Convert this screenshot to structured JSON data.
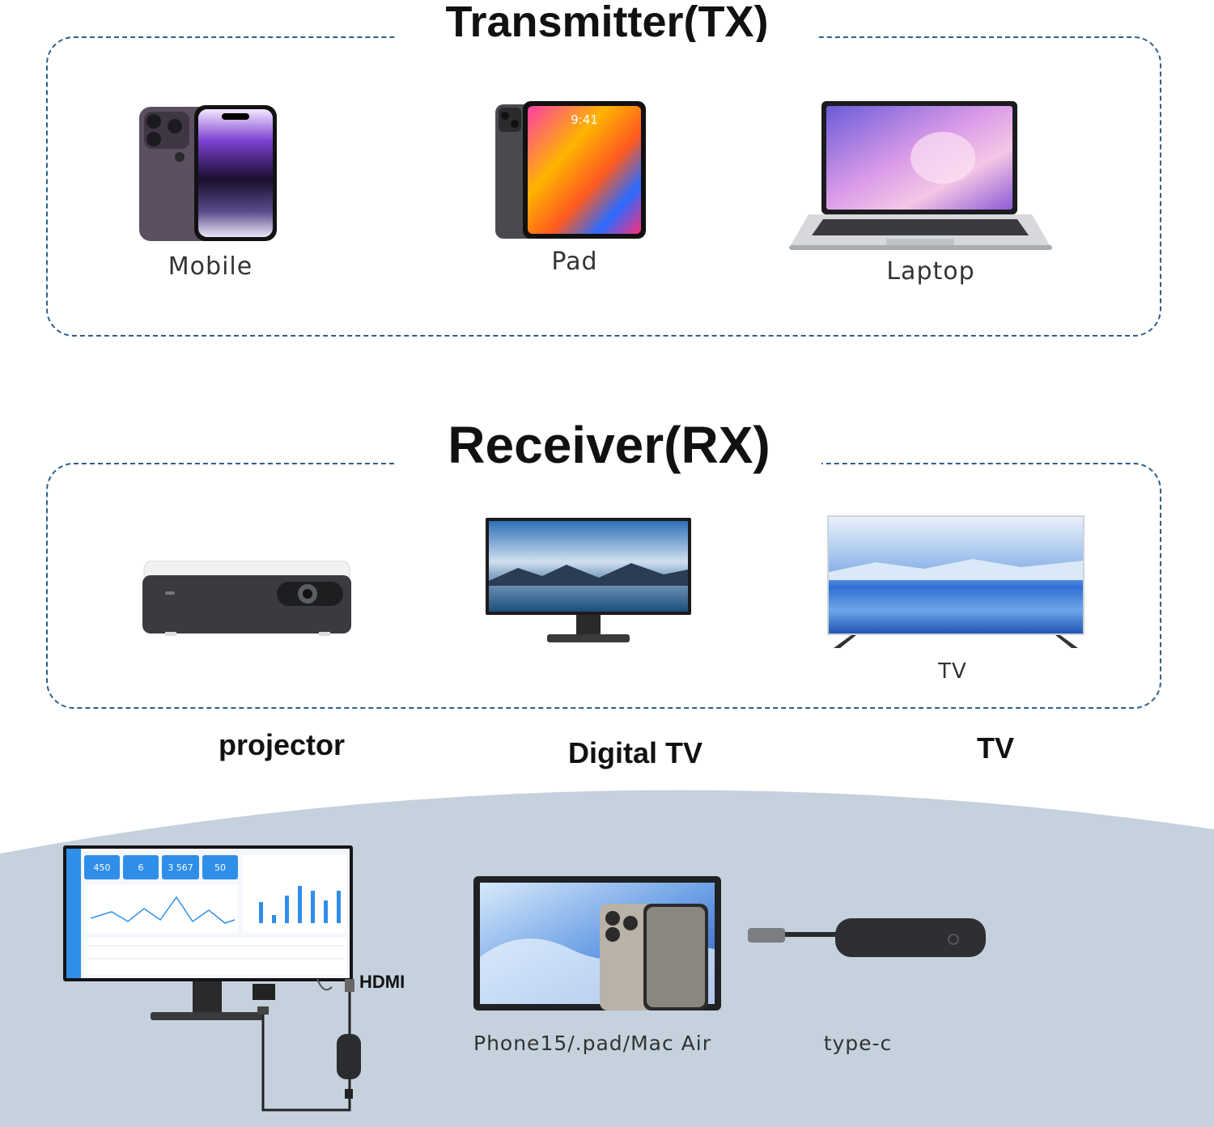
{
  "transmitter": {
    "title": "Transmitter(TX)",
    "devices": [
      {
        "label": "Mobile",
        "icon": "smartphone-icon"
      },
      {
        "label": "Pad",
        "icon": "tablet-icon"
      },
      {
        "label": "Laptop",
        "icon": "laptop-icon"
      }
    ]
  },
  "receiver": {
    "title": "Receiver(RX)",
    "devices": [
      {
        "label": "projector",
        "icon": "projector-icon"
      },
      {
        "label": "Digital TV",
        "icon": "monitor-icon"
      },
      {
        "label": "TV",
        "icon": "tv-icon",
        "caption": "TV"
      }
    ]
  },
  "setup": {
    "monitor_stats": [
      "450",
      "6",
      "3 567",
      "50"
    ],
    "hdmi_label": "HDMI",
    "source_label": "Phone15/.pad/Mac Air",
    "connector_label": "type-c"
  },
  "colors": {
    "dash": "#2f5f86",
    "bottom_band": "#c5d2dd",
    "dashboard_blue": "#2f8fe8"
  }
}
